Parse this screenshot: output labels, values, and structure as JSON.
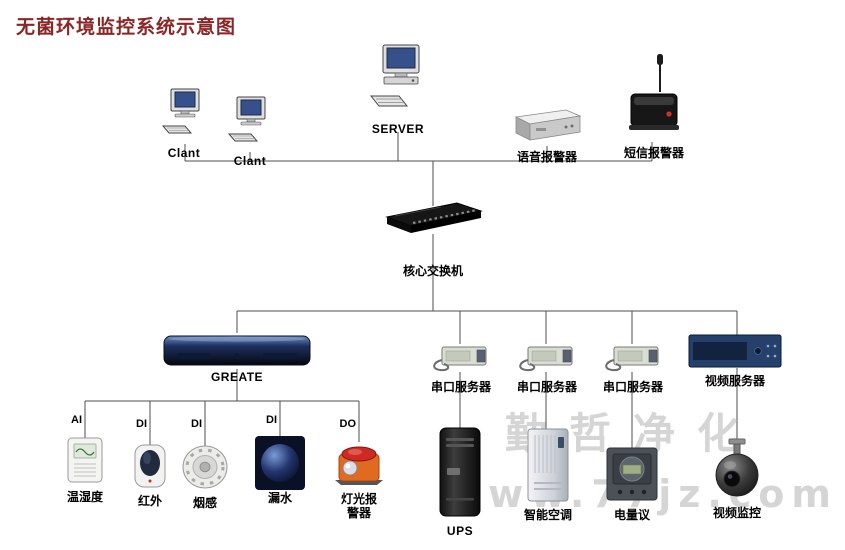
{
  "title": "无菌环境监控系统示意图",
  "watermark": {
    "brand": "勤哲净化",
    "url": "www.77jz.com"
  },
  "colors": {
    "title": "#8b2626",
    "wire": "#4d4d4d",
    "watermark": "#cbcbcb",
    "screen_blue": "#35508a",
    "alarm_orange": "#e06a20"
  },
  "nodes": {
    "client1": {
      "label": "Clant"
    },
    "client2": {
      "label": "Clant"
    },
    "server": {
      "label": "SERVER"
    },
    "voice_alarm": {
      "label": "语音报警器"
    },
    "sms_alarm": {
      "label": "短信报警器"
    },
    "core_switch": {
      "label": "核心交换机"
    },
    "greate": {
      "label": "GREATE"
    },
    "serial_server_1": {
      "label": "串口服务器"
    },
    "serial_server_2": {
      "label": "串口服务器"
    },
    "serial_server_3": {
      "label": "串口服务器"
    },
    "video_server": {
      "label": "视频服务器"
    },
    "temp_humidity": {
      "port": "AI",
      "label": "温湿度"
    },
    "infrared": {
      "port": "DI",
      "label": "红外"
    },
    "smoke": {
      "port": "DI",
      "label": "烟感"
    },
    "water_leak": {
      "port": "DI",
      "label": "漏水"
    },
    "light_alarm": {
      "port": "DO",
      "label": "灯光报\n警器"
    },
    "ups": {
      "label": "UPS"
    },
    "smart_ac": {
      "label": "智能空调"
    },
    "power_meter": {
      "label": "电量议"
    },
    "video_monitor": {
      "label": "视频监控"
    }
  }
}
